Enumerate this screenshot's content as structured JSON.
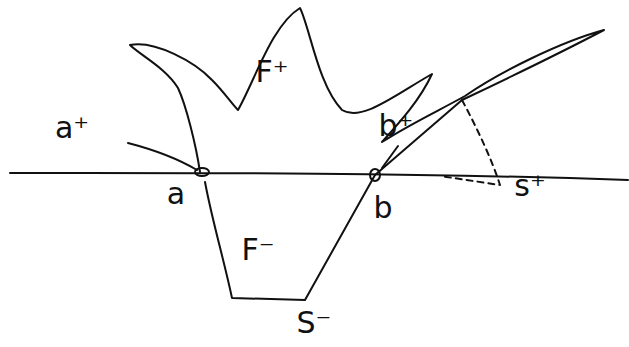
{
  "diagram": {
    "labels": [
      "a⁺",
      "F⁺",
      "b⁺",
      "s⁺",
      "a",
      "b",
      "F⁻",
      "S⁻"
    ]
  }
}
